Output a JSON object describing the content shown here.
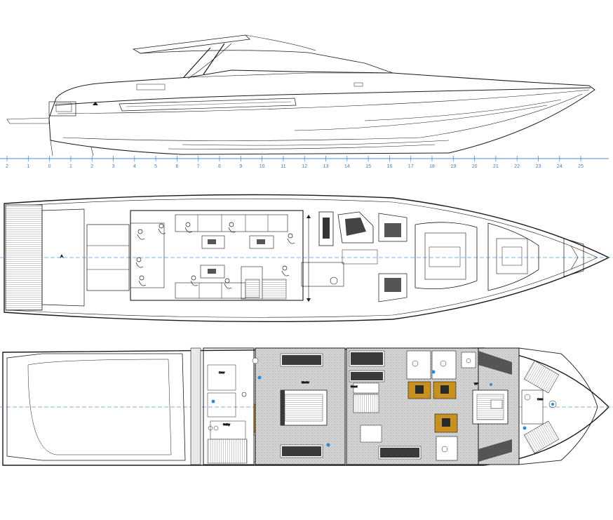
{
  "drawing": {
    "views": [
      "profile",
      "main-deck",
      "lower-deck"
    ],
    "frame_scale": {
      "labels": [
        "2",
        "1",
        "0",
        "1",
        "2",
        "3",
        "4",
        "5",
        "6",
        "7",
        "8",
        "9",
        "10",
        "11",
        "12",
        "13",
        "14",
        "15",
        "16",
        "17",
        "18",
        "19",
        "20",
        "21",
        "22",
        "23",
        "24",
        "25"
      ]
    },
    "colors": {
      "outline": "#1a1a1a",
      "scale": "#4a8fd0",
      "centerline": "#5a9ad8",
      "teak": "#c8901e",
      "floor": "#cfcfcf",
      "furniture_dark": "#3a3a3a",
      "fixture_blue": "#2a8ad8",
      "room_label": "#c03020"
    },
    "icons": [
      "compass-rose-icon",
      "arrow-up-icon",
      "arrow-down-icon"
    ]
  }
}
